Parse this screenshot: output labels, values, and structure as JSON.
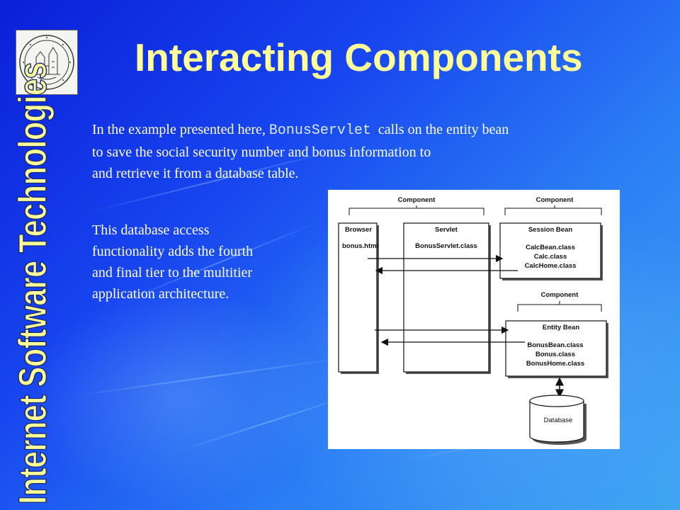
{
  "slide": {
    "title": "Interacting Components",
    "vertical_title": "Internet Software Technologies",
    "logo_icon": "university-seal-icon",
    "paragraph1": {
      "before": "In the example presented here, ",
      "code": "BonusServlet",
      "after": " calls on the entity bean to save the social security number and bonus information to and retrieve it from a database table.",
      "line1_before": "In the example presented here, ",
      "line1_after": "  calls on the entity bean",
      "line2": "to save the social security number and bonus information to",
      "line3": "and retrieve it from a database table."
    },
    "paragraph2": {
      "line1": "This database access",
      "line2": "functionality adds the fourth",
      "line3": "and final tier to the multitier",
      "line4": "application architecture."
    },
    "colors": {
      "title": "#ffff99",
      "text": "#ffffff",
      "background_dark": "#0a1fd8",
      "background_light": "#3fa6f2"
    }
  },
  "diagram": {
    "group_label_1": "Component",
    "group_label_2": "Component",
    "group_label_3": "Component",
    "browser": {
      "title": "Browser",
      "file": "bonus.html"
    },
    "servlet": {
      "title": "Servlet",
      "file": "BonusServlet.class"
    },
    "session_bean": {
      "title": "Session Bean",
      "files": [
        "CalcBean.class",
        "Calc.class",
        "CalcHome.class"
      ]
    },
    "entity_bean": {
      "title": "Entity Bean",
      "files": [
        "BonusBean.class",
        "Bonus.class",
        "BonusHome.class"
      ]
    },
    "database": {
      "label": "Database"
    }
  }
}
